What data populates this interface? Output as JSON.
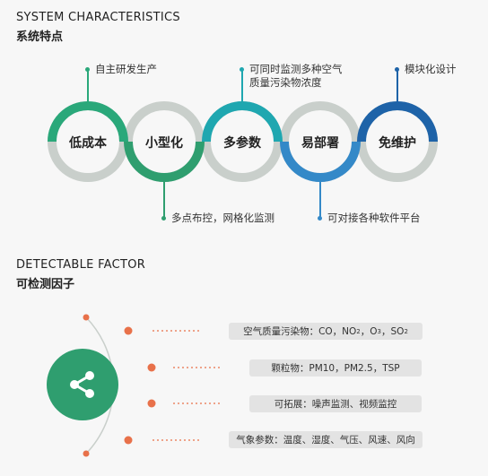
{
  "section1": {
    "title_en": "SYSTEM CHARACTERISTICS",
    "title_zh": "系统特点",
    "circles": [
      {
        "label": "低成本",
        "color": "#2aa87a"
      },
      {
        "label": "小型化",
        "color": "#2f9e6f"
      },
      {
        "label": "多参数",
        "color": "#1fa7b0"
      },
      {
        "label": "易部署",
        "color": "#3489c8"
      },
      {
        "label": "免维护",
        "color": "#1e63a8"
      }
    ],
    "callouts": {
      "c1": "自主研发生产",
      "c2": "多点布控，网格化监测",
      "c3_line1": "可同时监测多种空气",
      "c3_line2": "质量污染物浓度",
      "c4": "可对接各种软件平台",
      "c5": "模块化设计"
    }
  },
  "section2": {
    "title_en": "DETECTABLE FACTOR",
    "title_zh": "可检测因子",
    "share_icon": "share-icon",
    "factors": {
      "f1_prefix": "空气质量污染物：CO，NO",
      "f1_no2_sub": "2",
      "f1_sep1": "，O",
      "f1_o3_sub": "3",
      "f1_sep2": "，SO",
      "f1_so2_sub": "2",
      "f2": "颗粒物：PM10，PM2.5，TSP",
      "f3": "可拓展：噪声监测、视频监控",
      "f4": "气象参数：温度、湿度、气压、风速、风向"
    }
  },
  "colors": {
    "accent_green": "#2f9e6f",
    "accent_blue": "#1e63a8",
    "dot_orange": "#e8714a",
    "ring_gray": "#c9cfcb"
  }
}
